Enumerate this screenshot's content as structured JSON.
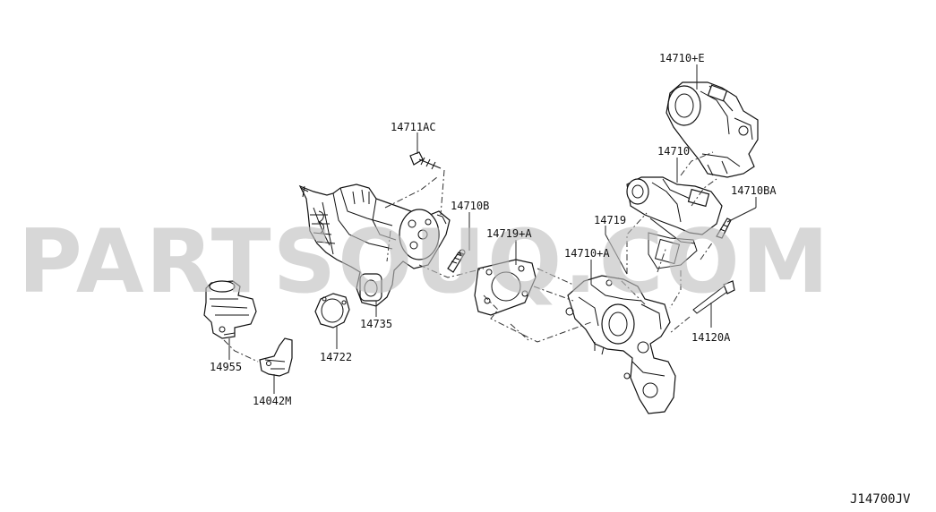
{
  "watermark": "PARTSOUQ.COM",
  "diagram_code": "J14700JV",
  "labels": {
    "p14710E": "14710+E",
    "p14711AC": "14711AC",
    "p14710": "14710",
    "p14710BA": "14710BA",
    "p14710B": "14710B",
    "p14719A": "14719+A",
    "p14719": "14719",
    "p14710A": "14710+A",
    "p14735": "14735",
    "p14955": "14955",
    "p14722": "14722",
    "p14120A": "14120A",
    "p14042M": "14042M"
  }
}
